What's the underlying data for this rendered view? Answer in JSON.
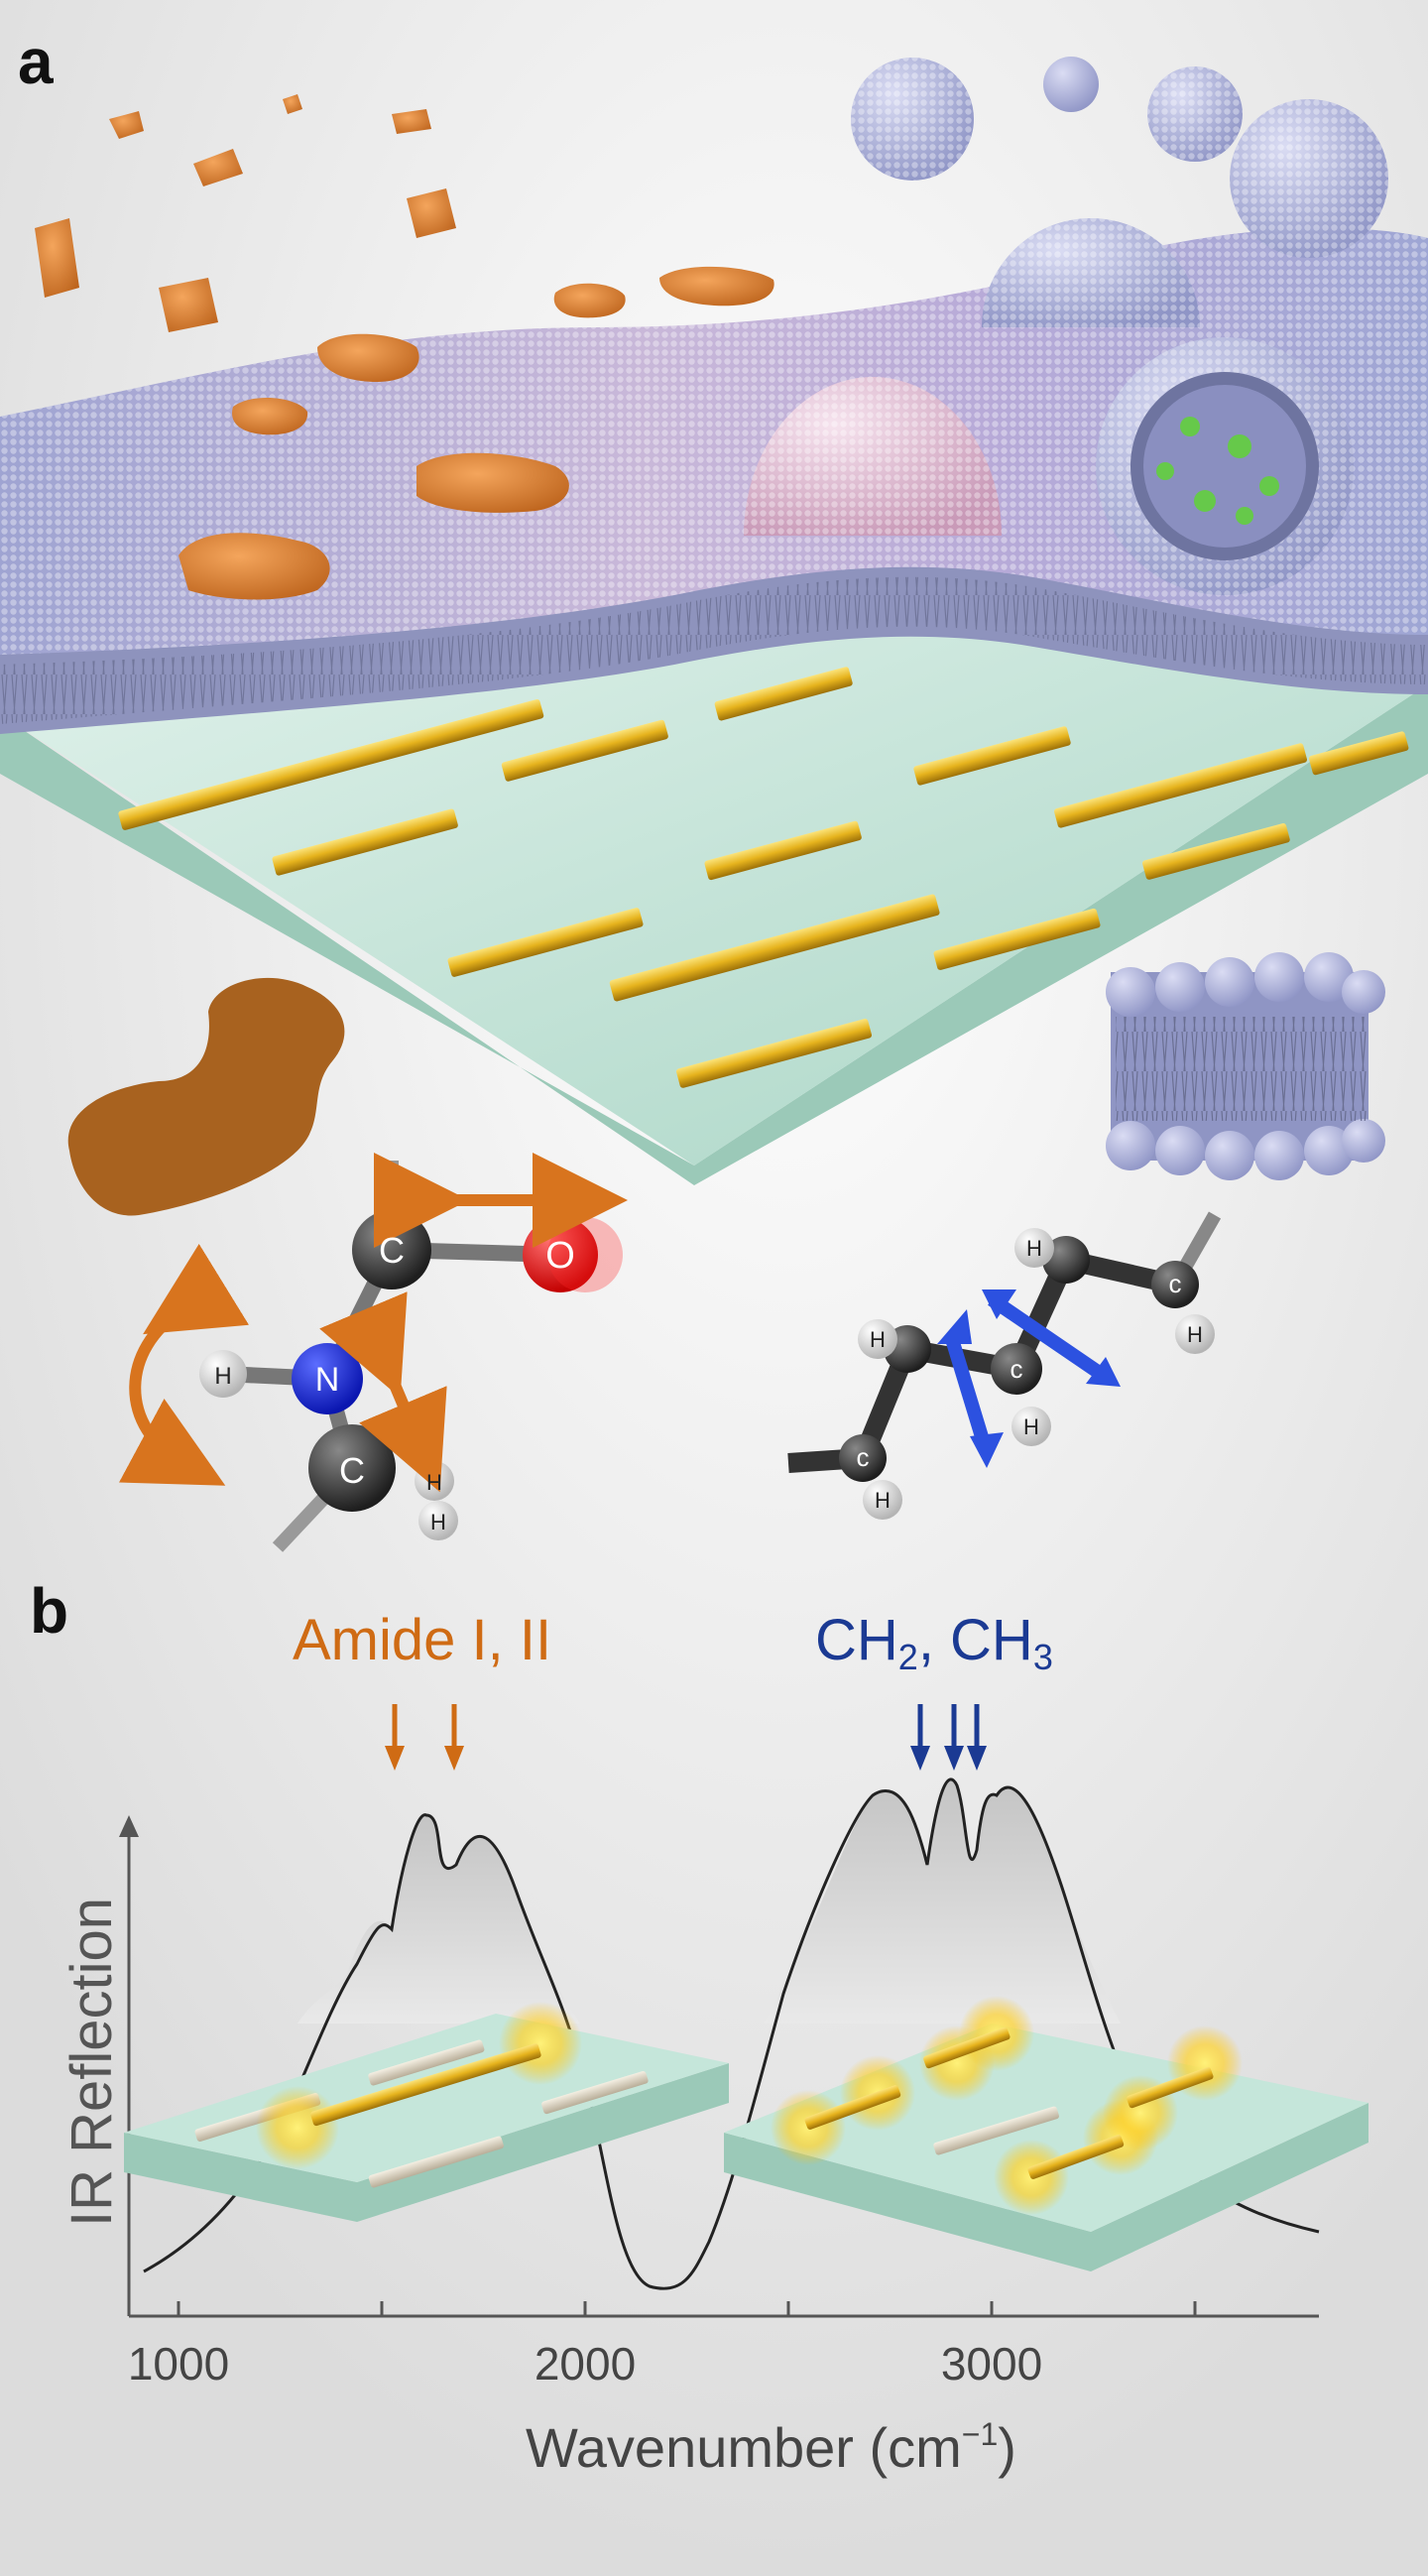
{
  "panel_a": {
    "letter": "a"
  },
  "panel_b": {
    "letter": "b",
    "amide_label": "Amide I, II",
    "ch_label": {
      "prefix": "CH",
      "sub1": "2",
      "sep": ", CH",
      "sub2": "3"
    },
    "ylabel": "IR Reflection",
    "xlabel": {
      "text": "Wavenumber (cm",
      "exp": "−1",
      "close": ")"
    },
    "ticks": [
      "1000",
      "2000",
      "3000"
    ]
  },
  "atoms": {
    "carbon": "C",
    "oxygen": "O",
    "nitrogen": "N",
    "hydrogen": "H",
    "carbon_lc": "c"
  },
  "colors": {
    "amide_orange": "#cf6b14",
    "ch_blue": "#1b3a93",
    "arrow_blue": "#2c51e0",
    "gold": "#e8b820",
    "substrate": "#bfe0d4",
    "membrane": "#a3a8d2"
  }
}
